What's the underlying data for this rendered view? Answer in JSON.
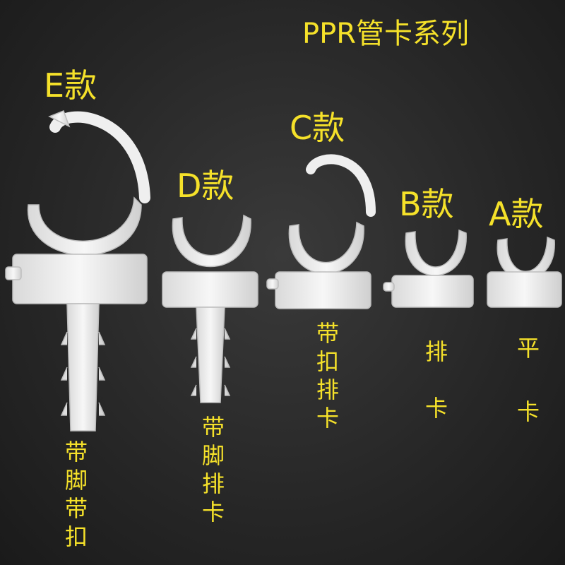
{
  "title": "PPR管卡系列",
  "colors": {
    "label": "#f5e12a",
    "background": "#262626",
    "clip": "#f2f2f2"
  },
  "models": {
    "e": {
      "name": "E款",
      "desc": [
        "带",
        "脚",
        "带",
        "扣"
      ]
    },
    "d": {
      "name": "D款",
      "desc": [
        "带",
        "脚",
        "排",
        "卡"
      ]
    },
    "c": {
      "name": "C款",
      "desc": [
        "带",
        "扣",
        "排",
        "卡"
      ]
    },
    "b": {
      "name": "B款",
      "desc": [
        "排",
        "卡"
      ]
    },
    "a": {
      "name": "A款",
      "desc": [
        "平",
        "卡"
      ]
    }
  }
}
